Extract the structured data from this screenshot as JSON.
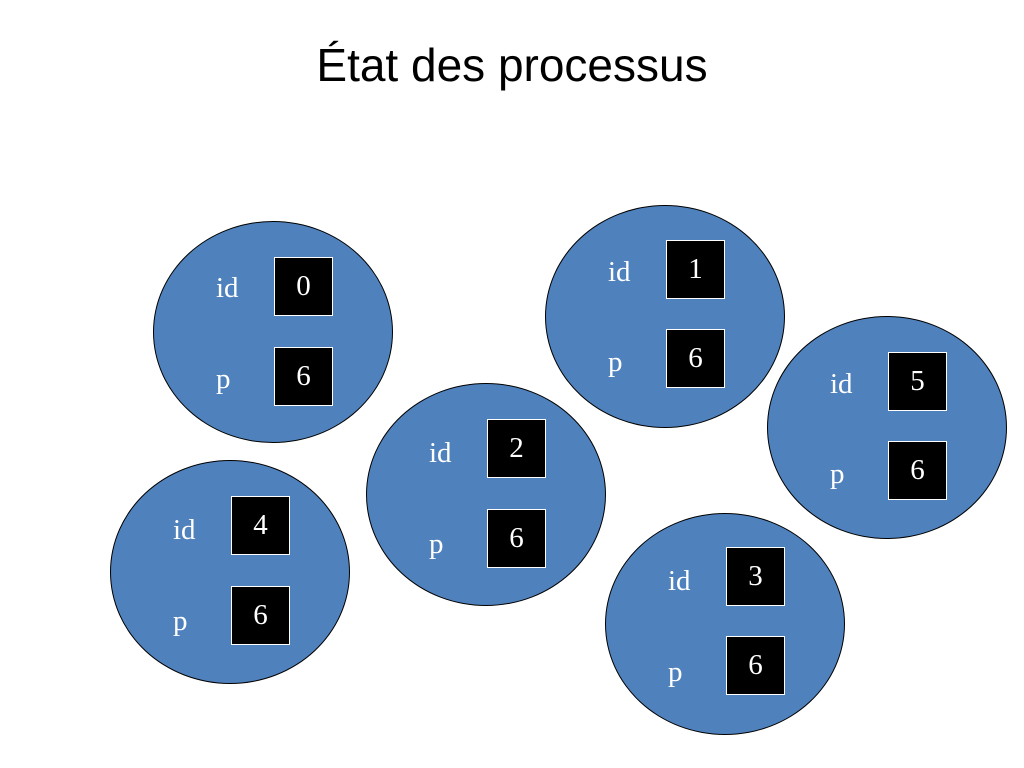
{
  "title": "État des processus",
  "colors": {
    "process_fill": "#4f81bd",
    "value_box": "#000000",
    "text": "#ffffff"
  },
  "processes": [
    {
      "id_label": "id",
      "id_value": "0",
      "p_label": "p",
      "p_value": "6"
    },
    {
      "id_label": "id",
      "id_value": "1",
      "p_label": "p",
      "p_value": "6"
    },
    {
      "id_label": "id",
      "id_value": "2",
      "p_label": "p",
      "p_value": "6"
    },
    {
      "id_label": "id",
      "id_value": "3",
      "p_label": "p",
      "p_value": "6"
    },
    {
      "id_label": "id",
      "id_value": "4",
      "p_label": "p",
      "p_value": "6"
    },
    {
      "id_label": "id",
      "id_value": "5",
      "p_label": "p",
      "p_value": "6"
    }
  ]
}
